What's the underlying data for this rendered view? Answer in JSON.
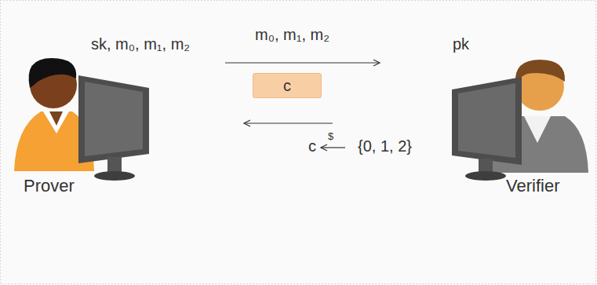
{
  "diagram": {
    "nodes": [
      {
        "text": [
          "c"
        ]
      }
    ],
    "labels": [
      "m₀, m₁, m₂",
      "sk, m₀, m₁, m₂",
      "pk",
      "c",
      "$",
      "{0, 1, 2}",
      "Prover",
      "Verifier"
    ]
  }
}
